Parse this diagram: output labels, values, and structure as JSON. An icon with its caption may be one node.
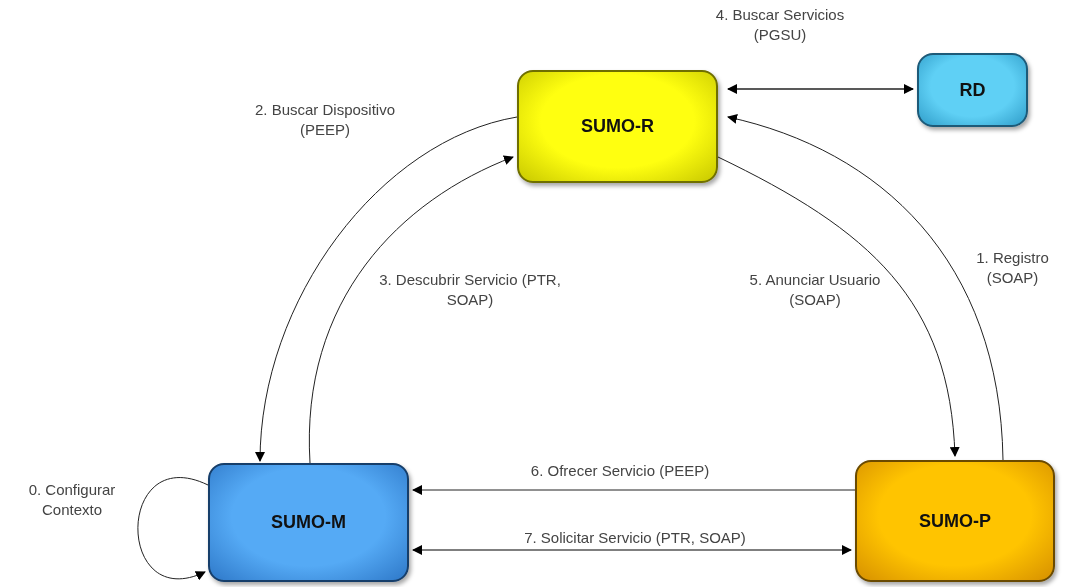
{
  "diagram": {
    "nodes": [
      {
        "text": [
          "SUMO-R"
        ]
      },
      {
        "text": [
          "RD"
        ]
      },
      {
        "text": [
          "SUMO-M"
        ]
      },
      {
        "text": [
          "SUMO-P"
        ]
      }
    ],
    "edges": [
      {
        "from": 2,
        "to": 2,
        "arrow": "to",
        "label": "0. Configurar Contexto"
      },
      {
        "from": 3,
        "to": 0,
        "arrow": "to",
        "label": "1. Registro (SOAP)"
      },
      {
        "from": 0,
        "to": 2,
        "arrow": "to",
        "label": "2. Buscar Dispositivo (PEEP)"
      },
      {
        "from": 2,
        "to": 0,
        "arrow": "to",
        "label": "3. Descubrir Servicio (PTR, SOAP)"
      },
      {
        "from": 0,
        "to": 1,
        "arrow": "both",
        "label": "4. Buscar Servicios (PGSU)"
      },
      {
        "from": 0,
        "to": 3,
        "arrow": "to",
        "label": "5. Anunciar Usuario (SOAP)"
      },
      {
        "from": 3,
        "to": 2,
        "arrow": "to",
        "label": "6. Ofrecer Servicio (PEEP)"
      },
      {
        "from": 2,
        "to": 3,
        "arrow": "both",
        "label": "7. Solicitar Servicio (PTR, SOAP)"
      }
    ]
  }
}
